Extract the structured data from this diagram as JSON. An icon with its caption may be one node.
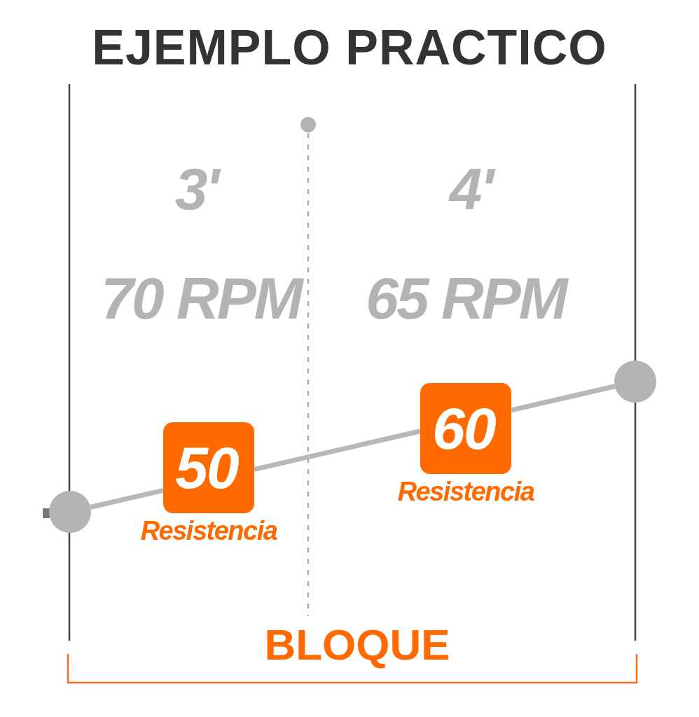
{
  "diagram": {
    "title": "EJEMPLO PRACTICO",
    "nodes": [
      {
        "text": [],
        "shape": "circle"
      },
      {
        "text": [
          "50"
        ],
        "beside": [
          "Resistencia"
        ]
      },
      {
        "text": [
          "60"
        ],
        "beside": [
          "Resistencia"
        ]
      },
      {
        "text": [],
        "shape": "circle"
      }
    ],
    "edges": [
      {
        "from": 0,
        "to": 1,
        "arrow": "none"
      },
      {
        "from": 1,
        "to": 2,
        "arrow": "none"
      },
      {
        "from": 2,
        "to": 3,
        "arrow": "none"
      }
    ],
    "labels": [
      "3'",
      "4'",
      "70 RPM",
      "65 RPM",
      "BLOQUE"
    ]
  }
}
